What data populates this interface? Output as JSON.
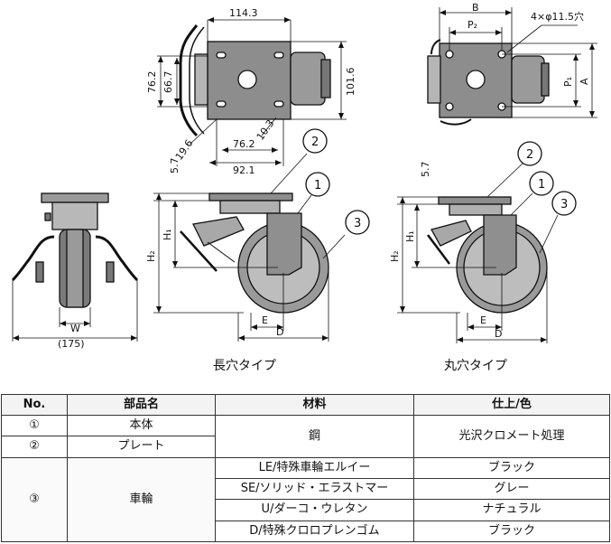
{
  "drawing": {
    "dims": {
      "top_width": "114.3",
      "hole_v1": "76.2",
      "hole_v2": "66.7",
      "plate_h": "101.6",
      "slot_w": "76.2",
      "plate_bottom": "92.1",
      "slot_d1": "19.6",
      "slot_d2": "10.3",
      "offset_57_left": "5.7",
      "offset_57_right": "5.7",
      "B": "B",
      "P2": "P₂",
      "holes": "4×φ11.5穴",
      "P1": "P₁",
      "A": "A",
      "H1_left": "H₁",
      "H2_left": "H₂",
      "H1_right": "H₁",
      "H2_right": "H₂",
      "W": "W",
      "W_paren": "(175)",
      "E_left": "E",
      "D_left": "D",
      "E_right": "E",
      "D_right": "D"
    },
    "balloons": {
      "b2_left": "2",
      "b1_left": "1",
      "b3_left": "3",
      "b2_right": "2",
      "b1_right": "1",
      "b3_right": "3"
    },
    "captions": {
      "slot_type": "長穴タイプ",
      "round_type": "丸穴タイプ"
    }
  },
  "table": {
    "headers": [
      "No.",
      "部品名",
      "材料",
      "仕上/色"
    ],
    "rows": [
      {
        "no": "①",
        "part": "本体",
        "material": "鋼",
        "finish": "光沢クロメート処理"
      },
      {
        "no": "②",
        "part": "プレート"
      },
      {
        "no": "③",
        "part": "車輪",
        "material": "LE/特殊車輪エルイー",
        "finish": "ブラック"
      },
      {
        "material": "SE/ソリッド・エラストマー",
        "finish": "グレー"
      },
      {
        "material": "U/ダーコ・ウレタン",
        "finish": "ナチュラル"
      },
      {
        "material": "D/特殊クロロプレンゴム",
        "finish": "ブラック"
      }
    ]
  }
}
